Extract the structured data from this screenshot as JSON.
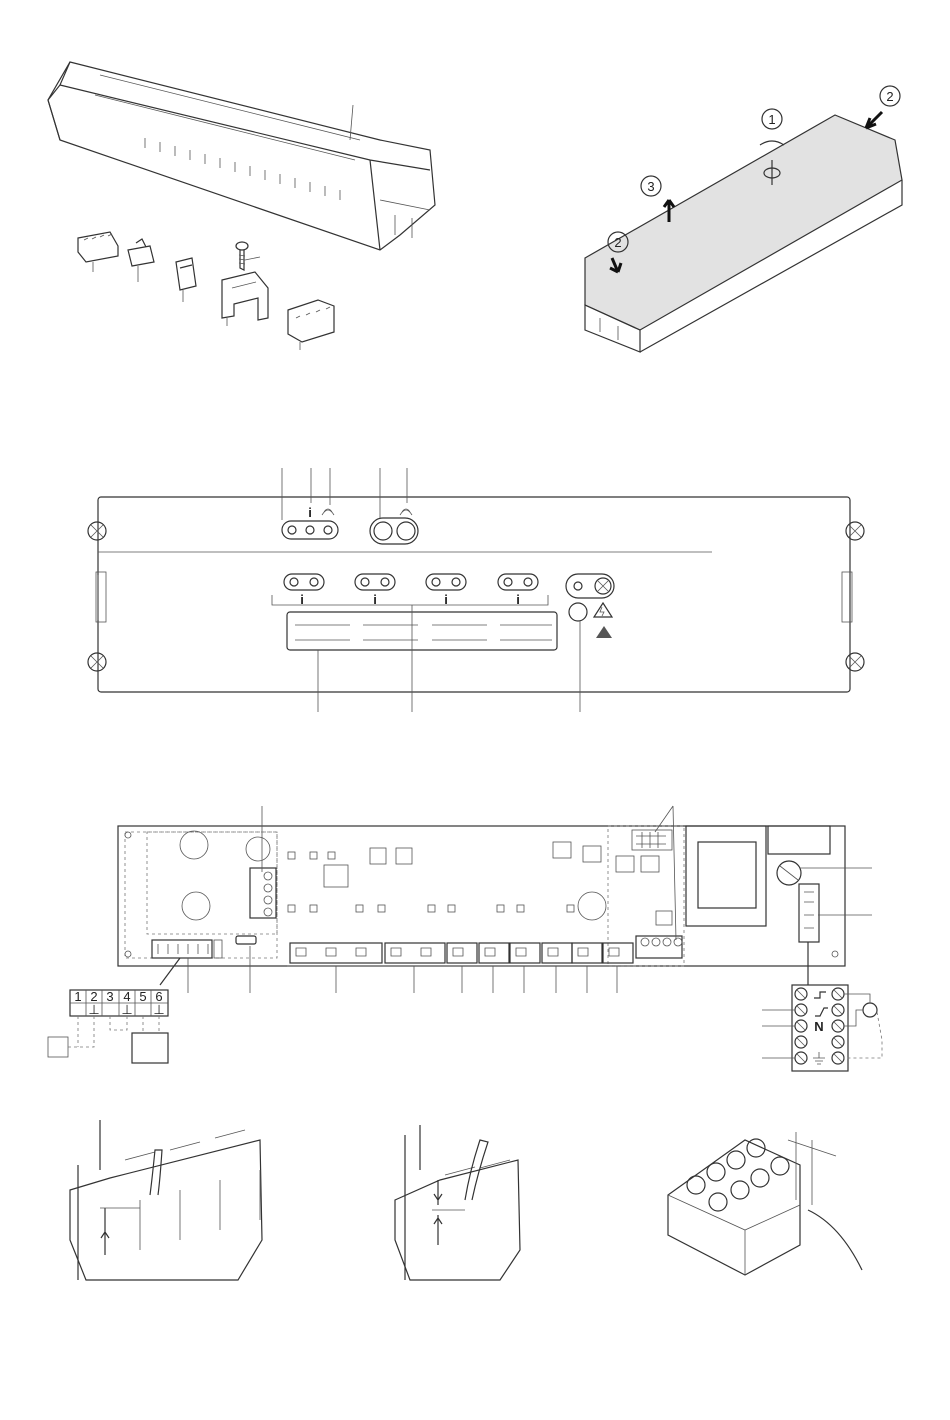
{
  "steps": {
    "rotate": "1",
    "press": "2",
    "lift": "3"
  },
  "panel": {
    "info_symbol": "i"
  },
  "terminal_block": {
    "numbers": [
      "1",
      "2",
      "3",
      "4",
      "5",
      "6"
    ],
    "ground_symbol": "⊥"
  },
  "mains_block": {
    "neutral": "N"
  },
  "icons": [
    "screw-icon",
    "arrow-icon",
    "warning-icon",
    "esd-icon",
    "antenna-icon",
    "fuse-icon",
    "ground-icon"
  ]
}
